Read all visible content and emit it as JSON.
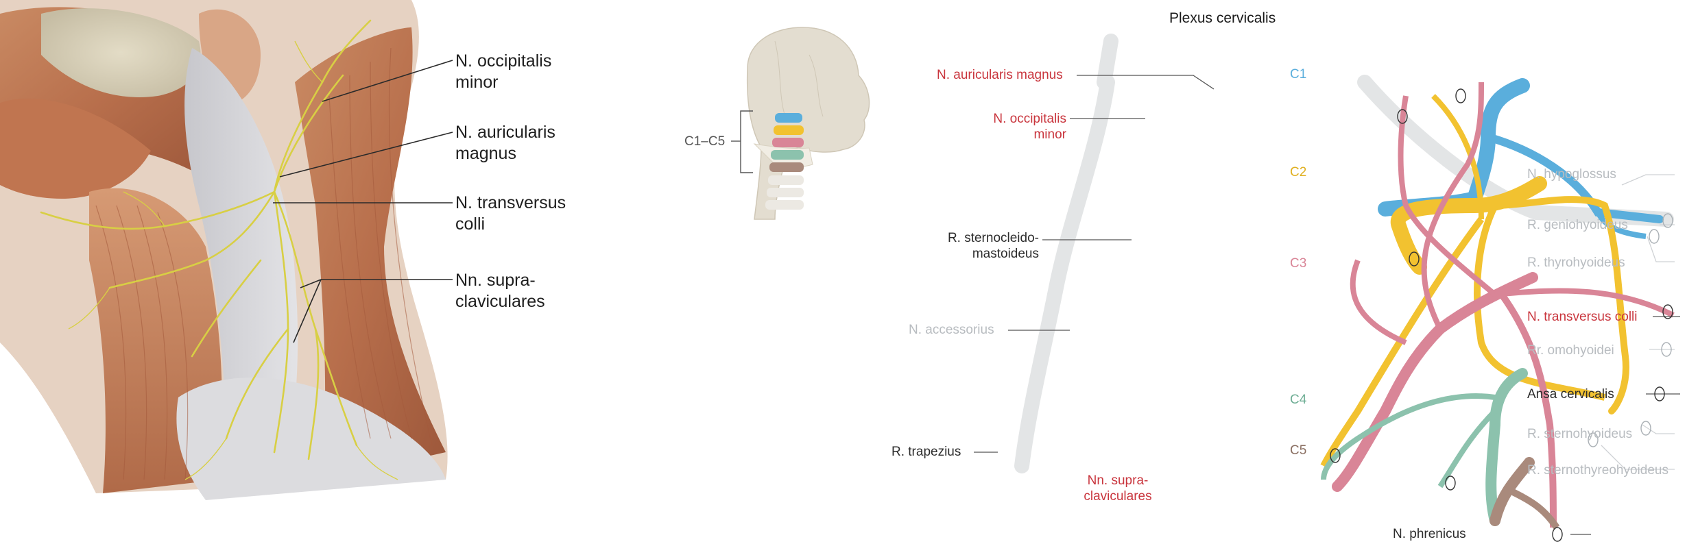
{
  "left_panel": {
    "labels": [
      {
        "line1": "N. occipitalis",
        "line2": "minor"
      },
      {
        "line1": "N. auricularis",
        "line2": "magnus"
      },
      {
        "line1": "N. transversus",
        "line2": "colli"
      },
      {
        "line1": "Nn. supra-",
        "line2": "claviculares"
      }
    ]
  },
  "right_panel": {
    "title": "Plexus cervicalis",
    "skull_label": "C1–C5",
    "segments": [
      "C1",
      "C2",
      "C3",
      "C4",
      "C5"
    ],
    "labels_left": {
      "auricularis_magnus": "N. auricularis magnus",
      "occipitalis_minor_1": "N. occipitalis",
      "occipitalis_minor_2": "minor",
      "sternocleido_1": "R. sternocleido-",
      "sternocleido_2": "mastoideus",
      "accessorius": "N. accessorius",
      "trapezius": "R. trapezius",
      "supraclav_1": "Nn. supra-",
      "supraclav_2": "claviculares"
    },
    "labels_right": {
      "hypoglossus": "N. hypoglossus",
      "geniohyoideus": "R. geniohyoideus",
      "thyrohyoideus": "R. thyrohyoideus",
      "transversus_colli": "N. transversus colli",
      "omohyoidei": "Rr. omohyoidei",
      "ansa_cervicalis": "Ansa cervicalis",
      "sternohyoideus": "R. sternohyoideus",
      "sternothyreohyoideus": "R. sternothyreohyoideus",
      "phrenicus": "N. phrenicus"
    },
    "colors": {
      "C1": "#5aaedc",
      "C2": "#f2c230",
      "C3": "#d98597",
      "C4": "#8cc2ad",
      "C5": "#a98a7c",
      "accessorius": "#e3e5e6",
      "sensory_label": "#c9353d",
      "motor_label_faint": "#b8bcc0"
    }
  }
}
